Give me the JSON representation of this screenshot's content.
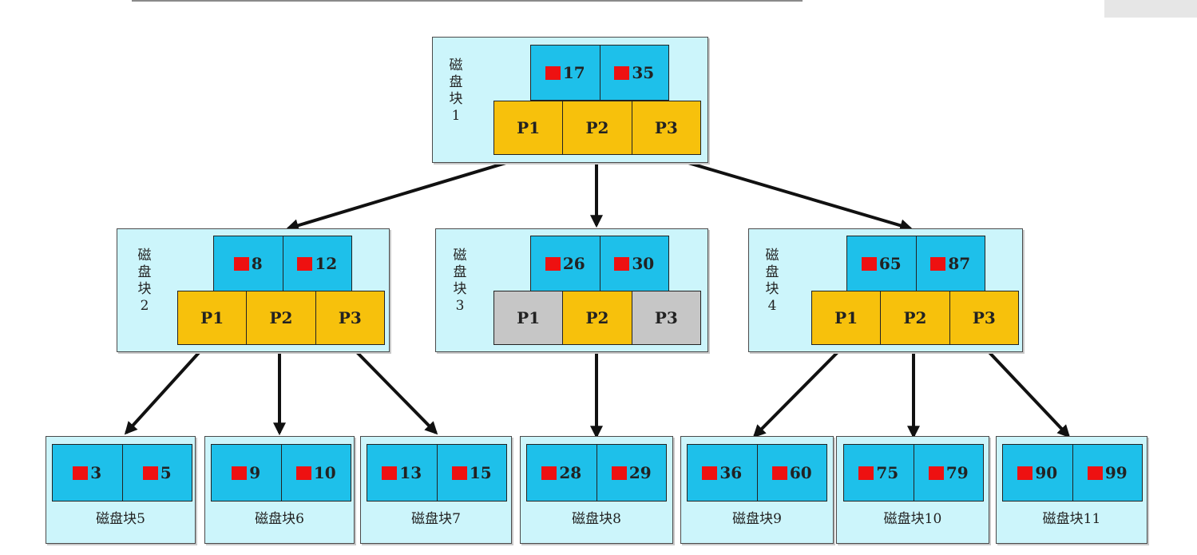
{
  "nodes": [
    {
      "label": "磁盘块1",
      "keys": [
        "17",
        "35"
      ],
      "pointers": [
        {
          "label": "P1",
          "state": "active"
        },
        {
          "label": "P2",
          "state": "active"
        },
        {
          "label": "P3",
          "state": "active"
        }
      ]
    },
    {
      "label": "磁盘块2",
      "keys": [
        "8",
        "12"
      ],
      "pointers": [
        {
          "label": "P1",
          "state": "active"
        },
        {
          "label": "P2",
          "state": "active"
        },
        {
          "label": "P3",
          "state": "active"
        }
      ]
    },
    {
      "label": "磁盘块3",
      "keys": [
        "26",
        "30"
      ],
      "pointers": [
        {
          "label": "P1",
          "state": "inactive"
        },
        {
          "label": "P2",
          "state": "active"
        },
        {
          "label": "P3",
          "state": "inactive"
        }
      ]
    },
    {
      "label": "磁盘块4",
      "keys": [
        "65",
        "87"
      ],
      "pointers": [
        {
          "label": "P1",
          "state": "active"
        },
        {
          "label": "P2",
          "state": "active"
        },
        {
          "label": "P3",
          "state": "active"
        }
      ]
    },
    {
      "label": "磁盘块5",
      "keys": [
        "3",
        "5"
      ]
    },
    {
      "label": "磁盘块6",
      "keys": [
        "9",
        "10"
      ]
    },
    {
      "label": "磁盘块7",
      "keys": [
        "13",
        "15"
      ]
    },
    {
      "label": "磁盘块8",
      "keys": [
        "28",
        "29"
      ]
    },
    {
      "label": "磁盘块9",
      "keys": [
        "36",
        "60"
      ]
    },
    {
      "label": "磁盘块10",
      "keys": [
        "75",
        "79"
      ]
    },
    {
      "label": "磁盘块11",
      "keys": [
        "90",
        "99"
      ]
    }
  ],
  "edges": [
    {
      "from": 0,
      "pointer": 0,
      "to": 1
    },
    {
      "from": 0,
      "pointer": 1,
      "to": 2
    },
    {
      "from": 0,
      "pointer": 2,
      "to": 3
    },
    {
      "from": 1,
      "pointer": 0,
      "to": 4
    },
    {
      "from": 1,
      "pointer": 1,
      "to": 5
    },
    {
      "from": 1,
      "pointer": 2,
      "to": 6
    },
    {
      "from": 2,
      "pointer": 1,
      "to": 7
    },
    {
      "from": 3,
      "pointer": 0,
      "to": 8
    },
    {
      "from": 3,
      "pointer": 1,
      "to": 9
    },
    {
      "from": 3,
      "pointer": 2,
      "to": 10
    }
  ],
  "colors": {
    "block_fill": "#ccf5fb",
    "key_fill": "#1ec0ea",
    "pointer_active": "#f7c10c",
    "pointer_inactive": "#c6c6c6",
    "marker": "#ee1111"
  }
}
